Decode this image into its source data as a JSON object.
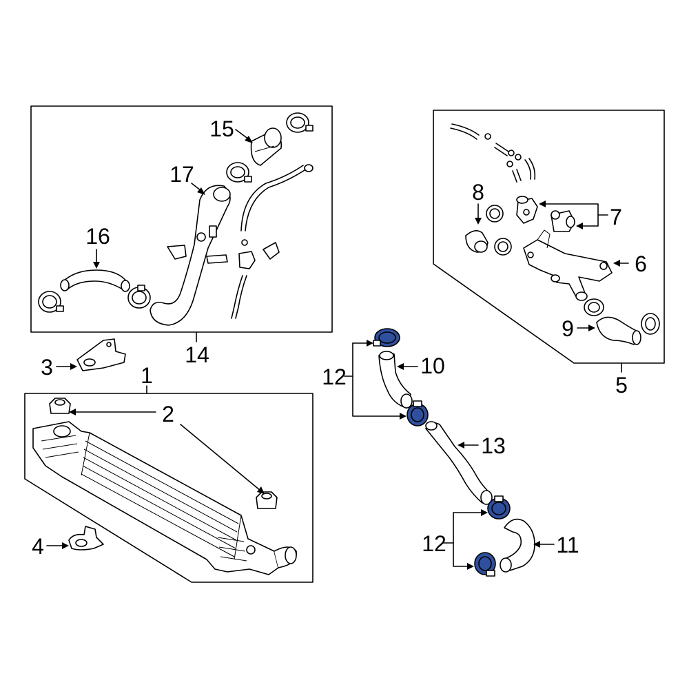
{
  "callouts": {
    "c1": "1",
    "c2": "2",
    "c3": "3",
    "c4": "4",
    "c5": "5",
    "c6": "6",
    "c7": "7",
    "c8": "8",
    "c9": "9",
    "c10": "10",
    "c11": "11",
    "c12a": "12",
    "c12b": "12",
    "c13": "13",
    "c14": "14",
    "c15": "15",
    "c16": "16",
    "c17": "17"
  },
  "highlight_color": "#2f4f9f",
  "highlighted_parts": [
    "12"
  ]
}
